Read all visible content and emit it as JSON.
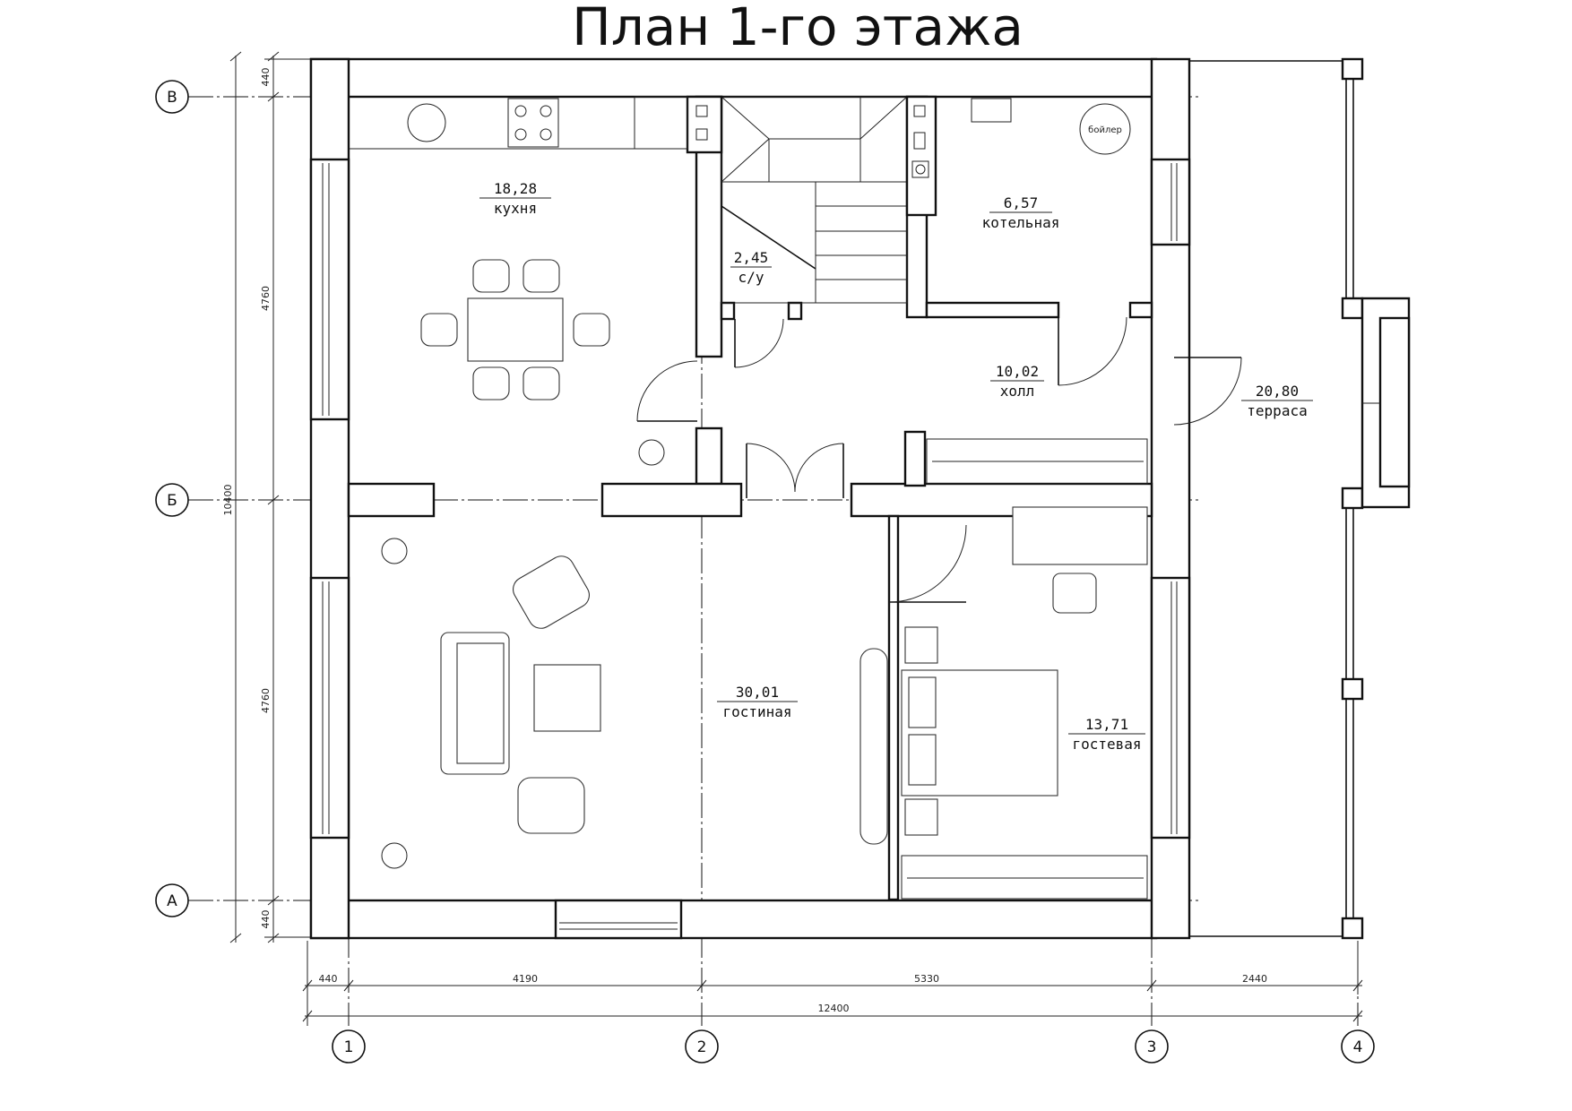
{
  "title": "План 1-го этажа",
  "rooms": [
    {
      "id": "kitchen",
      "area": "18,28",
      "name": "кухня"
    },
    {
      "id": "wc",
      "area": "2,45",
      "name": "с/у"
    },
    {
      "id": "boiler-room",
      "area": "6,57",
      "name": "котельная"
    },
    {
      "id": "hall",
      "area": "10,02",
      "name": "холл"
    },
    {
      "id": "terrace",
      "area": "20,80",
      "name": "терраса"
    },
    {
      "id": "living",
      "area": "30,01",
      "name": "гостиная"
    },
    {
      "id": "guest",
      "area": "13,71",
      "name": "гостевая"
    }
  ],
  "fixtures": {
    "boiler_label": "бойлер"
  },
  "axes": {
    "horizontal": [
      "В",
      "Б",
      "А"
    ],
    "vertical": [
      "1",
      "2",
      "3",
      "4"
    ]
  },
  "dimensions": {
    "bottom_row1": [
      "440",
      "4190",
      "5330",
      "2440"
    ],
    "bottom_total": "12400",
    "left_row": [
      "440",
      "4760",
      "4760",
      "440"
    ],
    "left_total": "10400"
  }
}
